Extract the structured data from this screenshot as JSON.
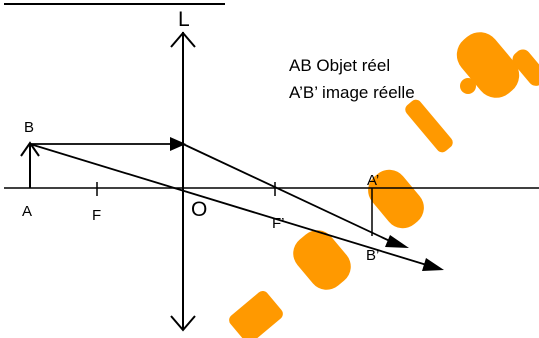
{
  "labels": {
    "lens": "L",
    "point_b": "B",
    "point_a": "A",
    "focus_object": "F",
    "optical_center": "O",
    "focus_image": "F’",
    "image_a": "A’",
    "image_b": "B’"
  },
  "legend": {
    "line1": "AB Objet réel",
    "line2": "A’B’ image réelle"
  },
  "colors": {
    "ink": "#000000",
    "watermark": "#ff9900"
  }
}
